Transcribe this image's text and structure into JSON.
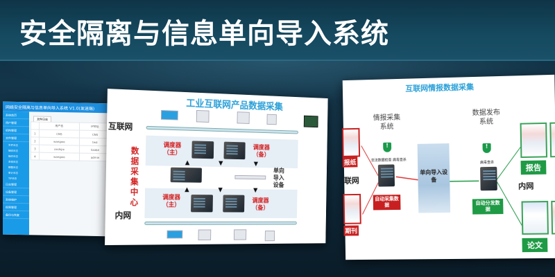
{
  "banner": {
    "title": "安全隔离与信息单向导入系统"
  },
  "software": {
    "app_title": "网络安全隔离与信息单向导入系统 V1.0(发送端)",
    "tab": "文件日志",
    "menu": [
      "系统首页",
      "用户管理",
      "机构管理",
      "文件管理",
      "文件日志",
      "接收日志",
      "操作日志",
      "系统日志",
      "报警日志",
      "审计日志",
      "TIP日志",
      "日志管理",
      "设备管理",
      "系统维护",
      "权限管理",
      "备份与恢复"
    ],
    "columns": [
      "",
      "用户名",
      "IP地址"
    ],
    "rows": [
      [
        "1",
        "CNS",
        "CNS"
      ],
      [
        "2",
        "wangwo",
        "test"
      ],
      [
        "3",
        "ceshijie",
        "liaobe"
      ],
      [
        "4",
        "wangwo",
        "admin"
      ]
    ]
  },
  "industrial": {
    "title": "工业互联网产品数据采集",
    "internet": "互联网",
    "intranet": "内网",
    "center": "数据采集中心",
    "sched_main": "调度器（主）",
    "sched_backup": "调度器（备）",
    "oneway": "单向导入设备"
  },
  "intel": {
    "title": "互联网情报数据采集",
    "collect_sys": "情报采集系统",
    "publish_sys": "数据发布系统",
    "check_label": "非法数据检查 病毒查杀",
    "virus_label": "病毒查杀",
    "auto_collect": "自动采集数据",
    "auto_publish": "自动分发数据",
    "device": "单向导入设备",
    "internet": "联网",
    "intranet": "内网",
    "sources": [
      "报纸",
      "期刊"
    ],
    "outputs": [
      "报告",
      "论文"
    ]
  }
}
